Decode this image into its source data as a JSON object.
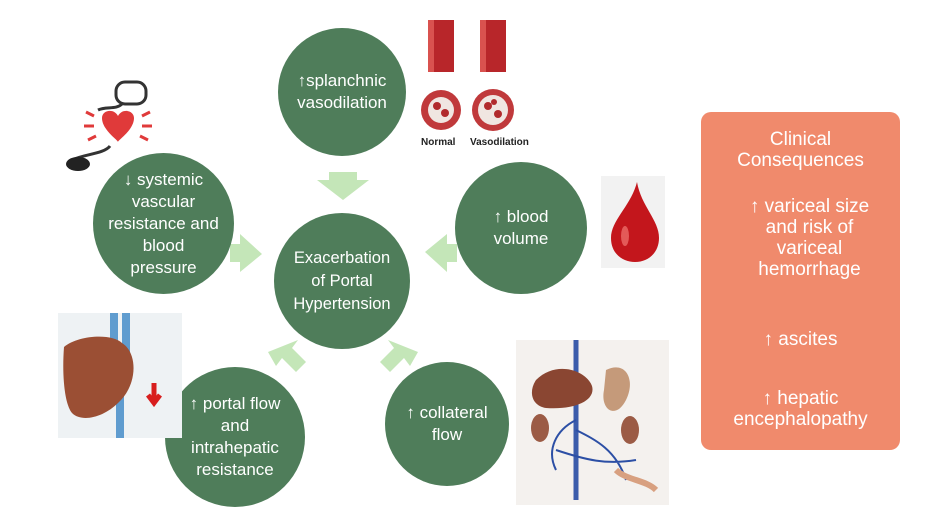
{
  "center": "Exacerbation\nof Portal\nHypertension",
  "nodes": {
    "top": "↑splanchnic\nvasodilation",
    "left": "↓ systemic\nvascular\nresistance and\nblood\npressure",
    "right": "↑ blood\nvolume",
    "bottom_left": "↑ portal flow\nand\nintrahepatic\nresistance",
    "bottom_right": "↑ collateral\nflow"
  },
  "panel": {
    "title": "Clinical\nConsequences",
    "items": [
      "↑ variceal size\nand risk of\nvariceal\nhemorrhage",
      "↑ ascites",
      "↑ hepatic\nencephalopathy"
    ]
  },
  "image_captions": {
    "normal": "Normal",
    "vasodilation": "Vasodilation"
  },
  "colors": {
    "node": "#4f7d5a",
    "arrow": "#c4e6b8",
    "panel": "#f08a6c"
  }
}
